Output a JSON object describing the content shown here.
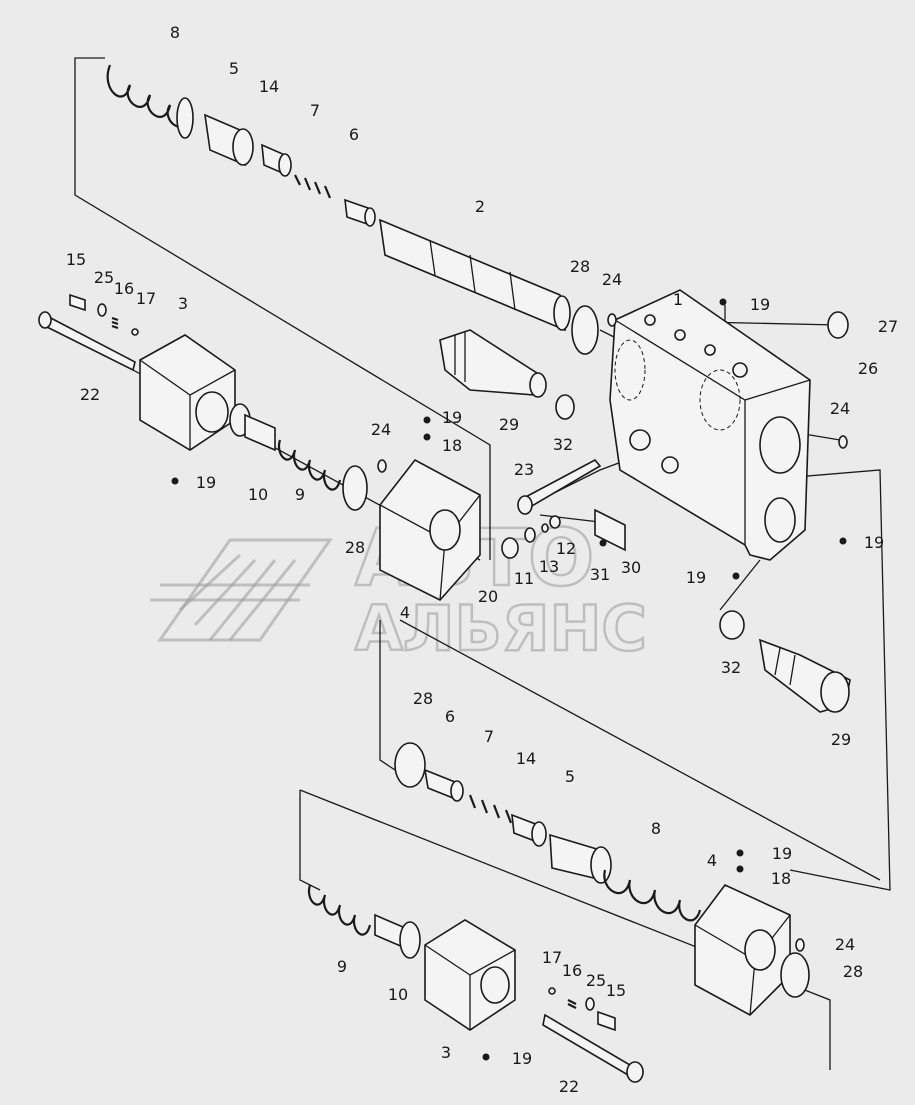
{
  "watermark": {
    "line1": "АВТО",
    "line2": "АЛЬЯНС"
  },
  "callouts": [
    {
      "id": "c1",
      "text": "8"
    },
    {
      "id": "c2",
      "text": "5"
    },
    {
      "id": "c3",
      "text": "14"
    },
    {
      "id": "c4",
      "text": "7"
    },
    {
      "id": "c5",
      "text": "6"
    },
    {
      "id": "c6",
      "text": "2"
    },
    {
      "id": "c7",
      "text": "28"
    },
    {
      "id": "c8",
      "text": "24"
    },
    {
      "id": "c9",
      "text": "1"
    },
    {
      "id": "c10",
      "text": "19"
    },
    {
      "id": "c11",
      "text": "27"
    },
    {
      "id": "c12",
      "text": "26"
    },
    {
      "id": "c13",
      "text": "15"
    },
    {
      "id": "c14",
      "text": "25"
    },
    {
      "id": "c15",
      "text": "16"
    },
    {
      "id": "c16",
      "text": "17"
    },
    {
      "id": "c17",
      "text": "3"
    },
    {
      "id": "c18",
      "text": "22"
    },
    {
      "id": "c19",
      "text": "29"
    },
    {
      "id": "c20",
      "text": "32"
    },
    {
      "id": "c21",
      "text": "24"
    },
    {
      "id": "c22",
      "text": "19"
    },
    {
      "id": "c23",
      "text": "18"
    },
    {
      "id": "c24",
      "text": "24"
    },
    {
      "id": "c25",
      "text": "23"
    },
    {
      "id": "c26",
      "text": "19"
    },
    {
      "id": "c27",
      "text": "10"
    },
    {
      "id": "c28",
      "text": "9"
    },
    {
      "id": "c29",
      "text": "28"
    },
    {
      "id": "c30",
      "text": "12"
    },
    {
      "id": "c31",
      "text": "13"
    },
    {
      "id": "c32",
      "text": "11"
    },
    {
      "id": "c33",
      "text": "20"
    },
    {
      "id": "c34",
      "text": "4"
    },
    {
      "id": "c35",
      "text": "31"
    },
    {
      "id": "c36",
      "text": "30"
    },
    {
      "id": "c37",
      "text": "19"
    },
    {
      "id": "c38",
      "text": "19"
    },
    {
      "id": "c39",
      "text": "32"
    },
    {
      "id": "c40",
      "text": "29"
    },
    {
      "id": "c41",
      "text": "28"
    },
    {
      "id": "c42",
      "text": "6"
    },
    {
      "id": "c43",
      "text": "7"
    },
    {
      "id": "c44",
      "text": "14"
    },
    {
      "id": "c45",
      "text": "5"
    },
    {
      "id": "c46",
      "text": "8"
    },
    {
      "id": "c47",
      "text": "4"
    },
    {
      "id": "c48",
      "text": "19"
    },
    {
      "id": "c49",
      "text": "18"
    },
    {
      "id": "c50",
      "text": "24"
    },
    {
      "id": "c51",
      "text": "28"
    },
    {
      "id": "c52",
      "text": "9"
    },
    {
      "id": "c53",
      "text": "10"
    },
    {
      "id": "c54",
      "text": "17"
    },
    {
      "id": "c55",
      "text": "16"
    },
    {
      "id": "c56",
      "text": "25"
    },
    {
      "id": "c57",
      "text": "15"
    },
    {
      "id": "c58",
      "text": "3"
    },
    {
      "id": "c59",
      "text": "19"
    },
    {
      "id": "c60",
      "text": "22"
    }
  ]
}
